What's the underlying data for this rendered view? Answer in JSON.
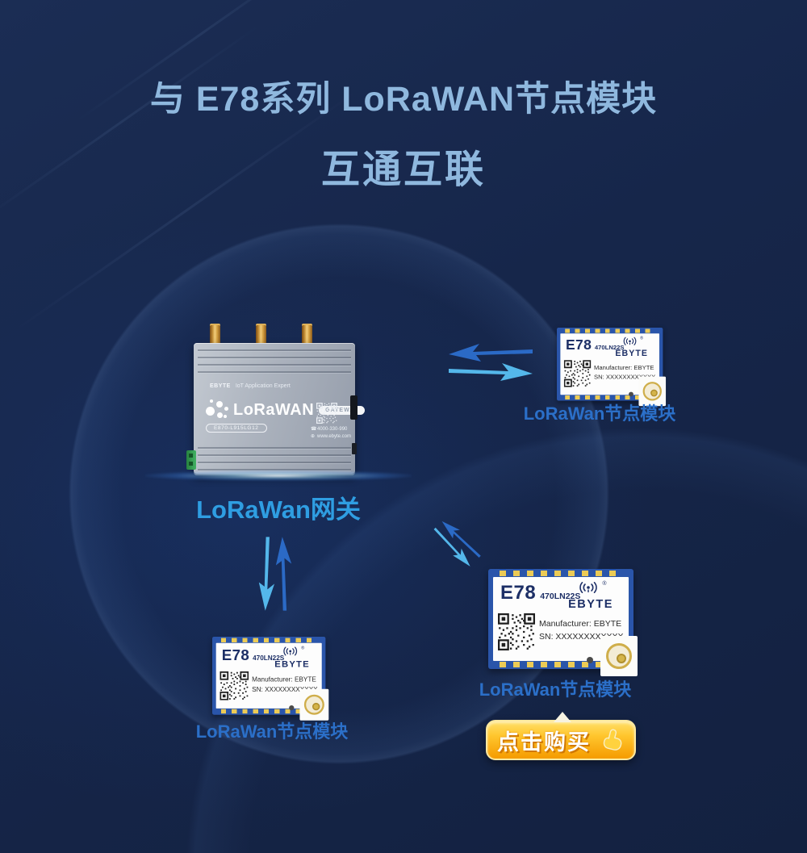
{
  "header": {
    "title_line1": "与 E78系列 LoRaWAN节点模块",
    "title_line2": "互通互联"
  },
  "gateway": {
    "label": "LoRaWan网关",
    "brand": "EBYTE",
    "tagline": "IoT Application Expert",
    "product_name": "LoRaWAN",
    "badge": "GATEWAY",
    "model": "E870-L915LG12",
    "phone": "4000-330-990",
    "website": "www.ebyte.com"
  },
  "node_module": {
    "label": "LoRaWan节点模块",
    "model": "E78",
    "submodel": "470LN22S",
    "brand": "EBYTE",
    "reg_mark": "®",
    "manufacturer": "Manufacturer: EBYTE",
    "serial": "SN: XXXXXXXXXXXX"
  },
  "buy_button": {
    "label": "点击购买",
    "icon": "pointing-hand-icon"
  },
  "icons": {
    "phone_glyph": "☎",
    "globe_glyph": "⊕"
  },
  "colors": {
    "background": "#16264a",
    "title_text": "#8fb8de",
    "gateway_label": "#2f9ee2",
    "node_label": "#2b6fc8",
    "arrow_dark": "#2b6ac6",
    "arrow_light": "#54b7ea",
    "button_gold_top": "#ffd64f",
    "button_gold_bottom": "#f59b00",
    "module_pcb_blue": "#2a55aa",
    "pad_gold": "#eccb55"
  }
}
